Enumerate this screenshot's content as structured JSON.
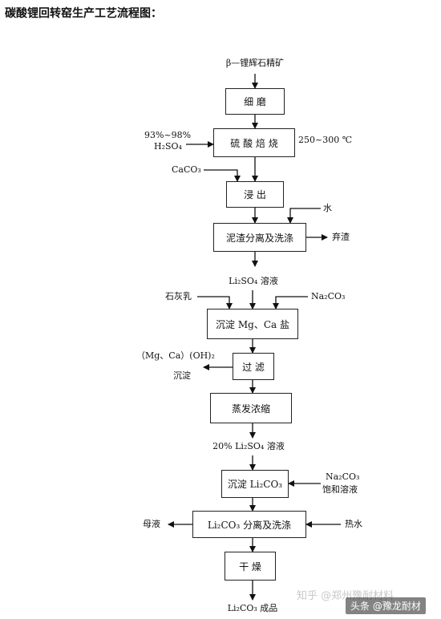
{
  "title": "碳酸锂回转窑生产工艺流程图：",
  "inputs": {
    "raw_material": "β—锂辉石精矿",
    "acid_line1": "93%~98%",
    "acid_line2": "H₂SO₄",
    "roast_temp": "250~300 ℃",
    "caco3": "CaCO₃",
    "water": "水",
    "li2so4_solution": "Li₂SO₄ 溶液",
    "lime_milk": "石灰乳",
    "na2co3": "Na₂CO₃",
    "filtrate_solid_line1": "（Mg、Ca）(OH)₂",
    "filtrate_solid_line2": "沉淀",
    "concentrate_solution": "20%  Li₂SO₄ 溶液",
    "na2co3_sat_line1": "Na₂CO₃",
    "na2co3_sat_line2": "饱和溶液",
    "mother_liquor": "母液",
    "hot_water": "热水",
    "product": "Li₂CO₃ 成品",
    "waste_residue": "弃渣"
  },
  "steps": {
    "grinding": "细  磨",
    "acid_roasting": "硫 酸 焙 烧",
    "leaching": "浸  出",
    "slag_separation": "泥渣分离及洗涤",
    "precipitate_mg_ca": "沉淀 Mg、Ca 盐",
    "filtration": "过  滤",
    "evaporation": "蒸发浓缩",
    "precipitate_li2co3": "沉淀 Li₂CO₃",
    "li2co3_separation": "Li₂CO₃ 分离及洗涤",
    "drying": "干  燥"
  },
  "watermark": "知乎 @郑州豫耐材料",
  "badge": "头条 @豫龙耐材"
}
